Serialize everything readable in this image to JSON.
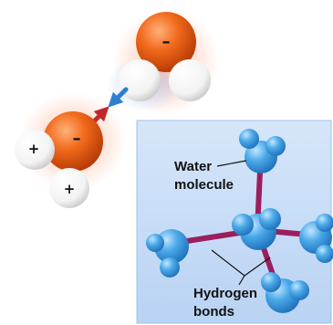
{
  "charges": {
    "top_oxygen": "–",
    "bottom_oxygen": "–",
    "hydrogen_left": "+",
    "hydrogen_bottom": "+"
  },
  "labels": {
    "water_molecule_line1": "Water",
    "water_molecule_line2": "molecule",
    "hydrogen_bonds_line1": "Hydrogen",
    "hydrogen_bonds_line2": "bonds"
  },
  "colors": {
    "oxygen": "#ef5a12",
    "hydrogen": "#ffffff",
    "inset_background": "#c7dcf7",
    "inset_border": "#9cc0e8",
    "sphere_blue": "#3fa0e0",
    "bond_magenta": "#9b1e5e",
    "arrow_blue": "#2f7fd0",
    "arrow_red": "#c0282c"
  }
}
